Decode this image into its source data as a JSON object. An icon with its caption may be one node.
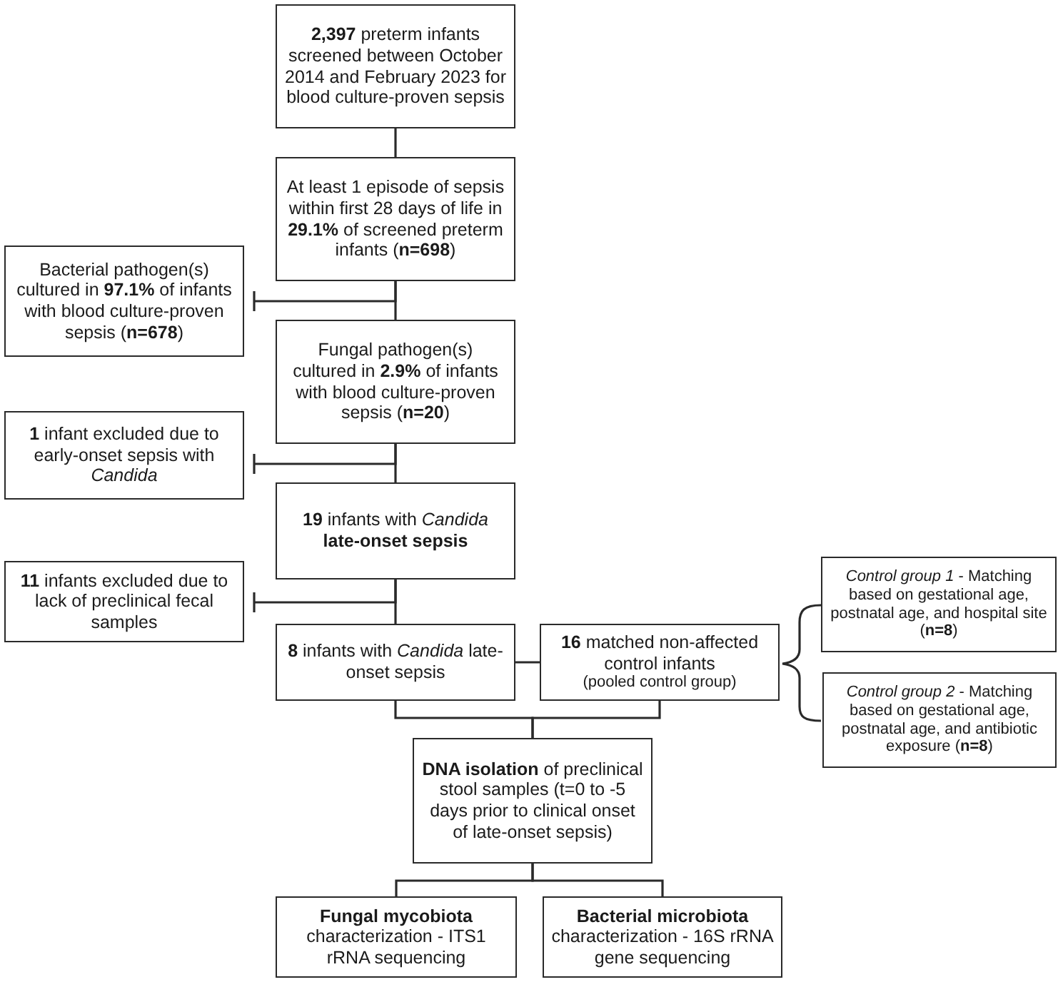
{
  "diagram": {
    "nodes": [
      {
        "text": [
          "**2,397** preterm infants screened between October 2014 and February 2023 for blood culture-proven sepsis"
        ]
      },
      {
        "text": [
          "At least 1 episode of sepsis within first 28 days of life in **29.1%** of screened preterm infants (**n=698**)"
        ]
      },
      {
        "text": [
          "Bacterial pathogen(s) cultured in **97.1%** of infants with blood culture-proven sepsis (**n=678**)"
        ]
      },
      {
        "text": [
          "Fungal pathogen(s) cultured in **2.9%** of infants with blood culture-proven sepsis (**n=20**)"
        ]
      },
      {
        "text": [
          "**1** infant excluded due to early-onset sepsis with *Candida*"
        ]
      },
      {
        "text": [
          "**19** infants with *Candida* **late-onset sepsis**"
        ]
      },
      {
        "text": [
          "**11** infants excluded due to lack of preclinical fecal samples"
        ]
      },
      {
        "text": [
          "**8** infants with *Candida* late-onset sepsis"
        ]
      },
      {
        "text": [
          "**16** matched non-affected control infants",
          "(pooled control group)"
        ]
      },
      {
        "text": [
          "*Control group 1* - Matching based on gestational age, postnatal age, and hospital site (**n=8**)"
        ]
      },
      {
        "text": [
          "*Control group 2* - Matching based on gestational age, postnatal age, and antibiotic exposure (**n=8**)"
        ]
      },
      {
        "text": [
          "**DNA isolation** of preclinical stool samples (t=0 to -5 days prior to clinical onset of late-onset sepsis)"
        ]
      },
      {
        "text": [
          "**Fungal mycobiota** characterization - ITS1 rRNA sequencing"
        ]
      },
      {
        "text": [
          "**Bacterial microbiota** characterization - 16S rRNA gene sequencing"
        ]
      }
    ],
    "edges": [
      {
        "from": 0,
        "to": 1,
        "arrow": "none"
      },
      {
        "from": 1,
        "to": 3,
        "arrow": "none"
      },
      {
        "from": 1,
        "to": 2,
        "arrow": "other"
      },
      {
        "from": 3,
        "to": 5,
        "arrow": "none"
      },
      {
        "from": 3,
        "to": 4,
        "arrow": "other"
      },
      {
        "from": 5,
        "to": 7,
        "arrow": "none"
      },
      {
        "from": 5,
        "to": 6,
        "arrow": "other"
      },
      {
        "from": 7,
        "to": 8,
        "arrow": "none"
      },
      {
        "from": 7,
        "to": 11,
        "arrow": "none"
      },
      {
        "from": 8,
        "to": 11,
        "arrow": "none"
      },
      {
        "from": 11,
        "to": 12,
        "arrow": "none"
      },
      {
        "from": 11,
        "to": 13,
        "arrow": "none"
      }
    ]
  }
}
